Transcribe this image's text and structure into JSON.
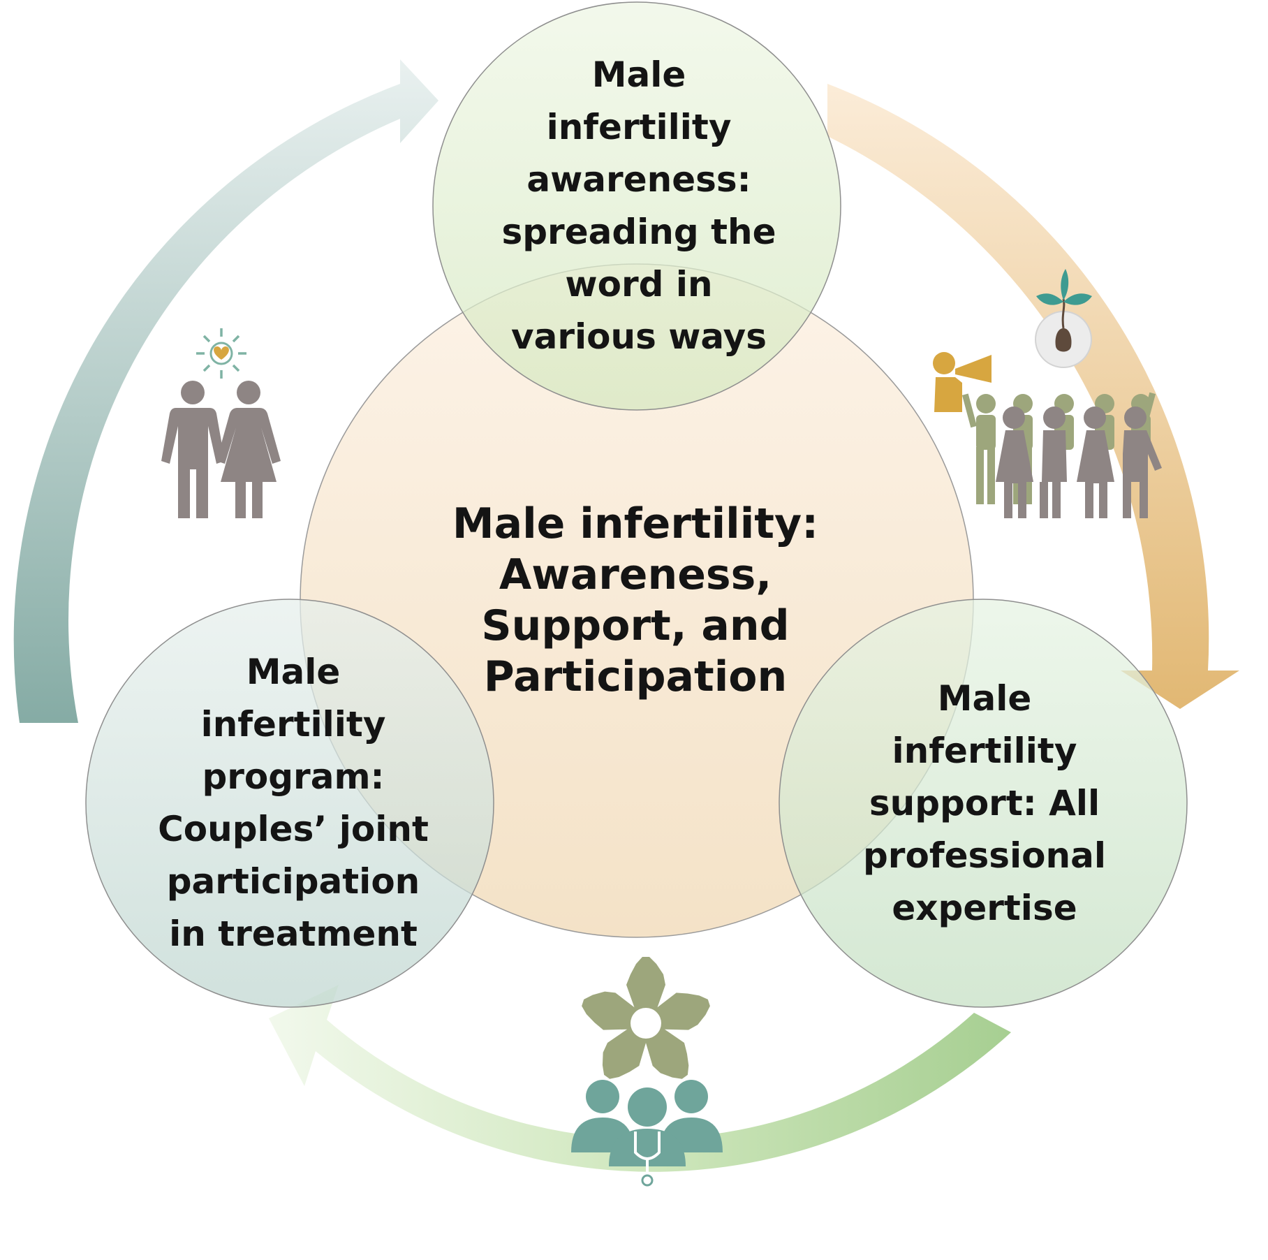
{
  "center": {
    "label": "Male infertility:\nAwareness,\nSupport, and\nParticipation"
  },
  "nodes": [
    {
      "id": "awareness",
      "label": "Male\ninfertility\nawareness:\nspreading the\nword in\nvarious ways"
    },
    {
      "id": "support",
      "label": "Male\ninfertility\nsupport: All\nprofessional\nexpertise"
    },
    {
      "id": "program",
      "label": "Male\ninfertility\nprogram:\nCouples’ joint\nparticipation\nin treatment"
    }
  ],
  "icons": {
    "couple": "couple-with-heart-icon",
    "crowd": "community-megaphone-sprout-icon",
    "team": "hands-and-medical-team-icon"
  },
  "colors": {
    "center_fill": "#F9E3C6",
    "awareness_fill": "#E3F0D2",
    "support_fill": "#D2E8D2",
    "program_fill": "#D0E2DE",
    "arrow_left": "#7FA7A0",
    "arrow_right": "#E8C17E",
    "arrow_bottom": "#B4D79D",
    "icon_gray": "#8E8584",
    "icon_olive": "#9DA67C",
    "icon_gold": "#D7A640",
    "icon_teal": "#6FA59B"
  }
}
